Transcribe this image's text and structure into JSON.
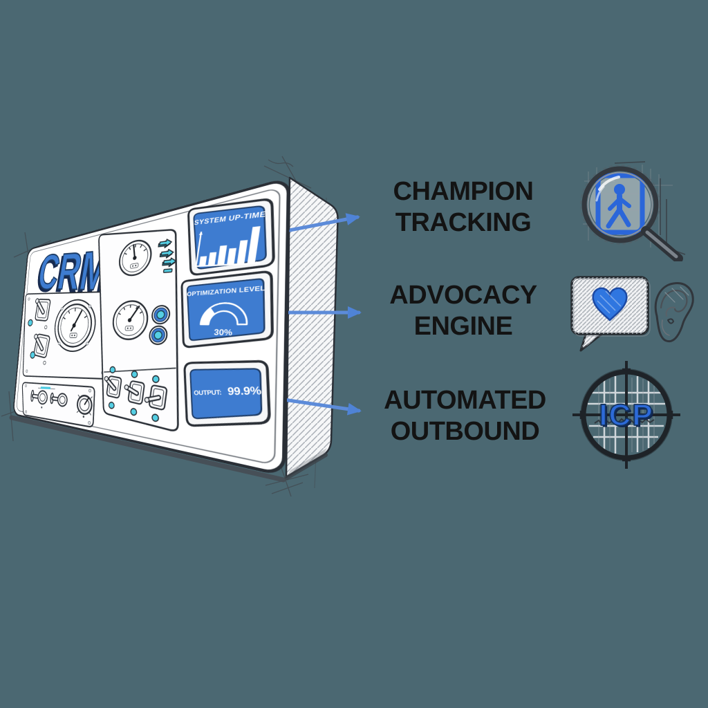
{
  "colors": {
    "background": "#4B6872",
    "panel_ink": "#2A2F36",
    "screen_blue": "#3E7CD0",
    "logo_blue": "#3E7CD0",
    "cyan": "#55CFE4",
    "arrow_blue": "#5C8BD9",
    "icon_blue": "#2B66D9",
    "label_text": "#131313"
  },
  "panel": {
    "logo_text": "CRM",
    "screens": [
      {
        "id": "system-uptime",
        "title": "SYSTEM UP-TIME",
        "type": "bar-chart",
        "bar_heights": [
          11,
          15,
          22,
          18,
          26,
          40
        ]
      },
      {
        "id": "optimization-level",
        "title": "OPTIMIZATION LEVEL",
        "type": "semicircle-gauge",
        "value_label": "30%",
        "value_num": 30
      },
      {
        "id": "output",
        "type": "readout",
        "label": "OUTPUT:",
        "value": "99.9%"
      }
    ]
  },
  "features": [
    {
      "id": "champion-tracking",
      "line1": "CHAMPION",
      "line2": "TRACKING",
      "icons": [
        "magnifier-person-icon"
      ]
    },
    {
      "id": "advocacy-engine",
      "line1": "ADVOCACY",
      "line2": "ENGINE",
      "icons": [
        "speech-bubble-heart-icon",
        "ear-icon"
      ]
    },
    {
      "id": "automated-outbound",
      "line1": "AUTOMATED",
      "line2": "OUTBOUND",
      "icons": [
        "icp-target-icon"
      ],
      "icon_text": "ICP"
    }
  ]
}
